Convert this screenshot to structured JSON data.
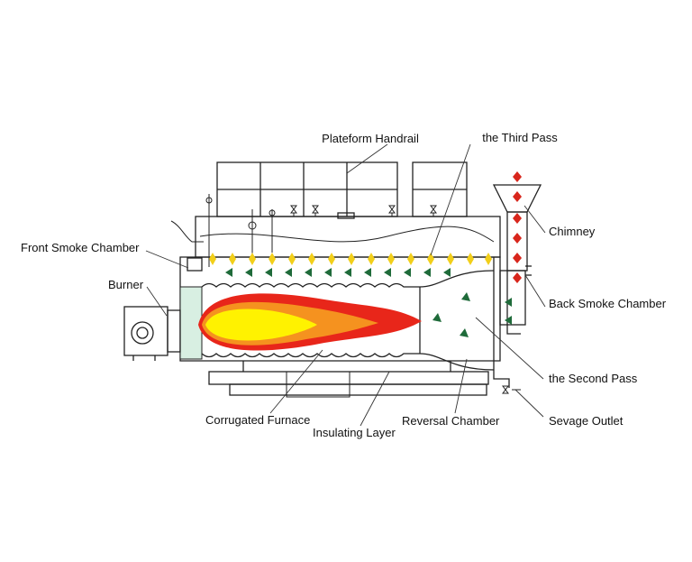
{
  "labels": {
    "platform_handrail": "Plateform Handrail",
    "third_pass": "the Third Pass",
    "chimney": "Chimney",
    "front_smoke_chamber": "Front Smoke Chamber",
    "burner": "Burner",
    "back_smoke_chamber": "Back Smoke Chamber",
    "second_pass": "the Second Pass",
    "corrugated_furnace": "Corrugated Furnace",
    "insulating_layer": "Insulating Layer",
    "reversal_chamber": "Reversal Chamber",
    "sewage_outlet": "Sevage Outlet"
  },
  "colors": {
    "flame_outer": "#e8261a",
    "flame_mid": "#f5921f",
    "flame_core": "#fff200",
    "second_pass_arrow": "#1f6b3a",
    "third_pass_arrow": "#f2cf1a",
    "chimney_arrow": "#d8261c",
    "insulation": "#d8efe2"
  }
}
